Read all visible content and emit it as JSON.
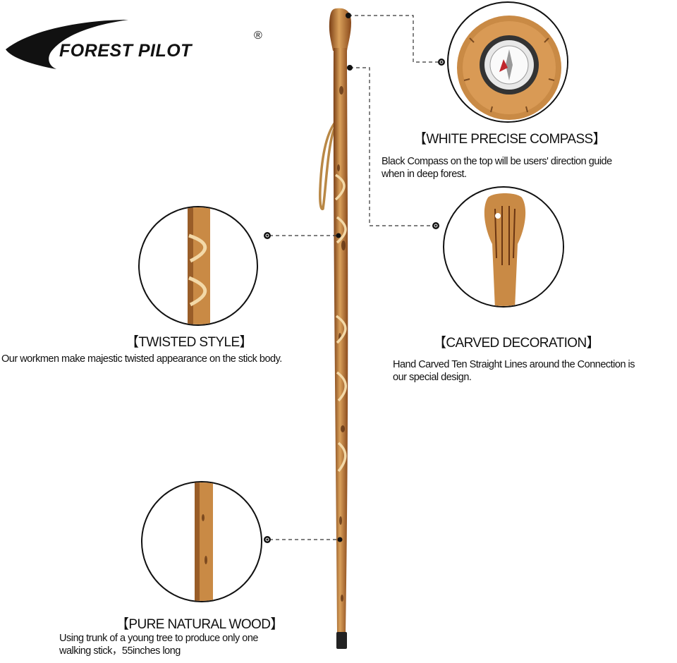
{
  "brand": {
    "name": "FOREST PILOT",
    "registered_mark": "®"
  },
  "features": {
    "compass": {
      "title": "【WHITE PRECISE COMPASS】",
      "desc_line1": "Black Compass on the top will be users' direction guide",
      "desc_line2": "when in deep forest."
    },
    "carved": {
      "title": "【CARVED DECORATION】",
      "desc_line1": "Hand Carved Ten Straight Lines around the Connection is",
      "desc_line2": "our special design."
    },
    "twisted": {
      "title": "【TWISTED STYLE】",
      "desc_line1": "Our workmen make majestic twisted appearance on the stick body."
    },
    "natural": {
      "title": "【PURE NATURAL WOOD】",
      "desc_line1": "Using trunk of a young tree to produce only one",
      "desc_line2": "walking stick，55inches long"
    }
  },
  "colors": {
    "wood_light": "#d9a05a",
    "wood_dark": "#8a4a1c",
    "wood_burn": "#5a2e10",
    "spiral": "#f3d9a8",
    "strap": "#b98846",
    "tip": "#222222"
  }
}
